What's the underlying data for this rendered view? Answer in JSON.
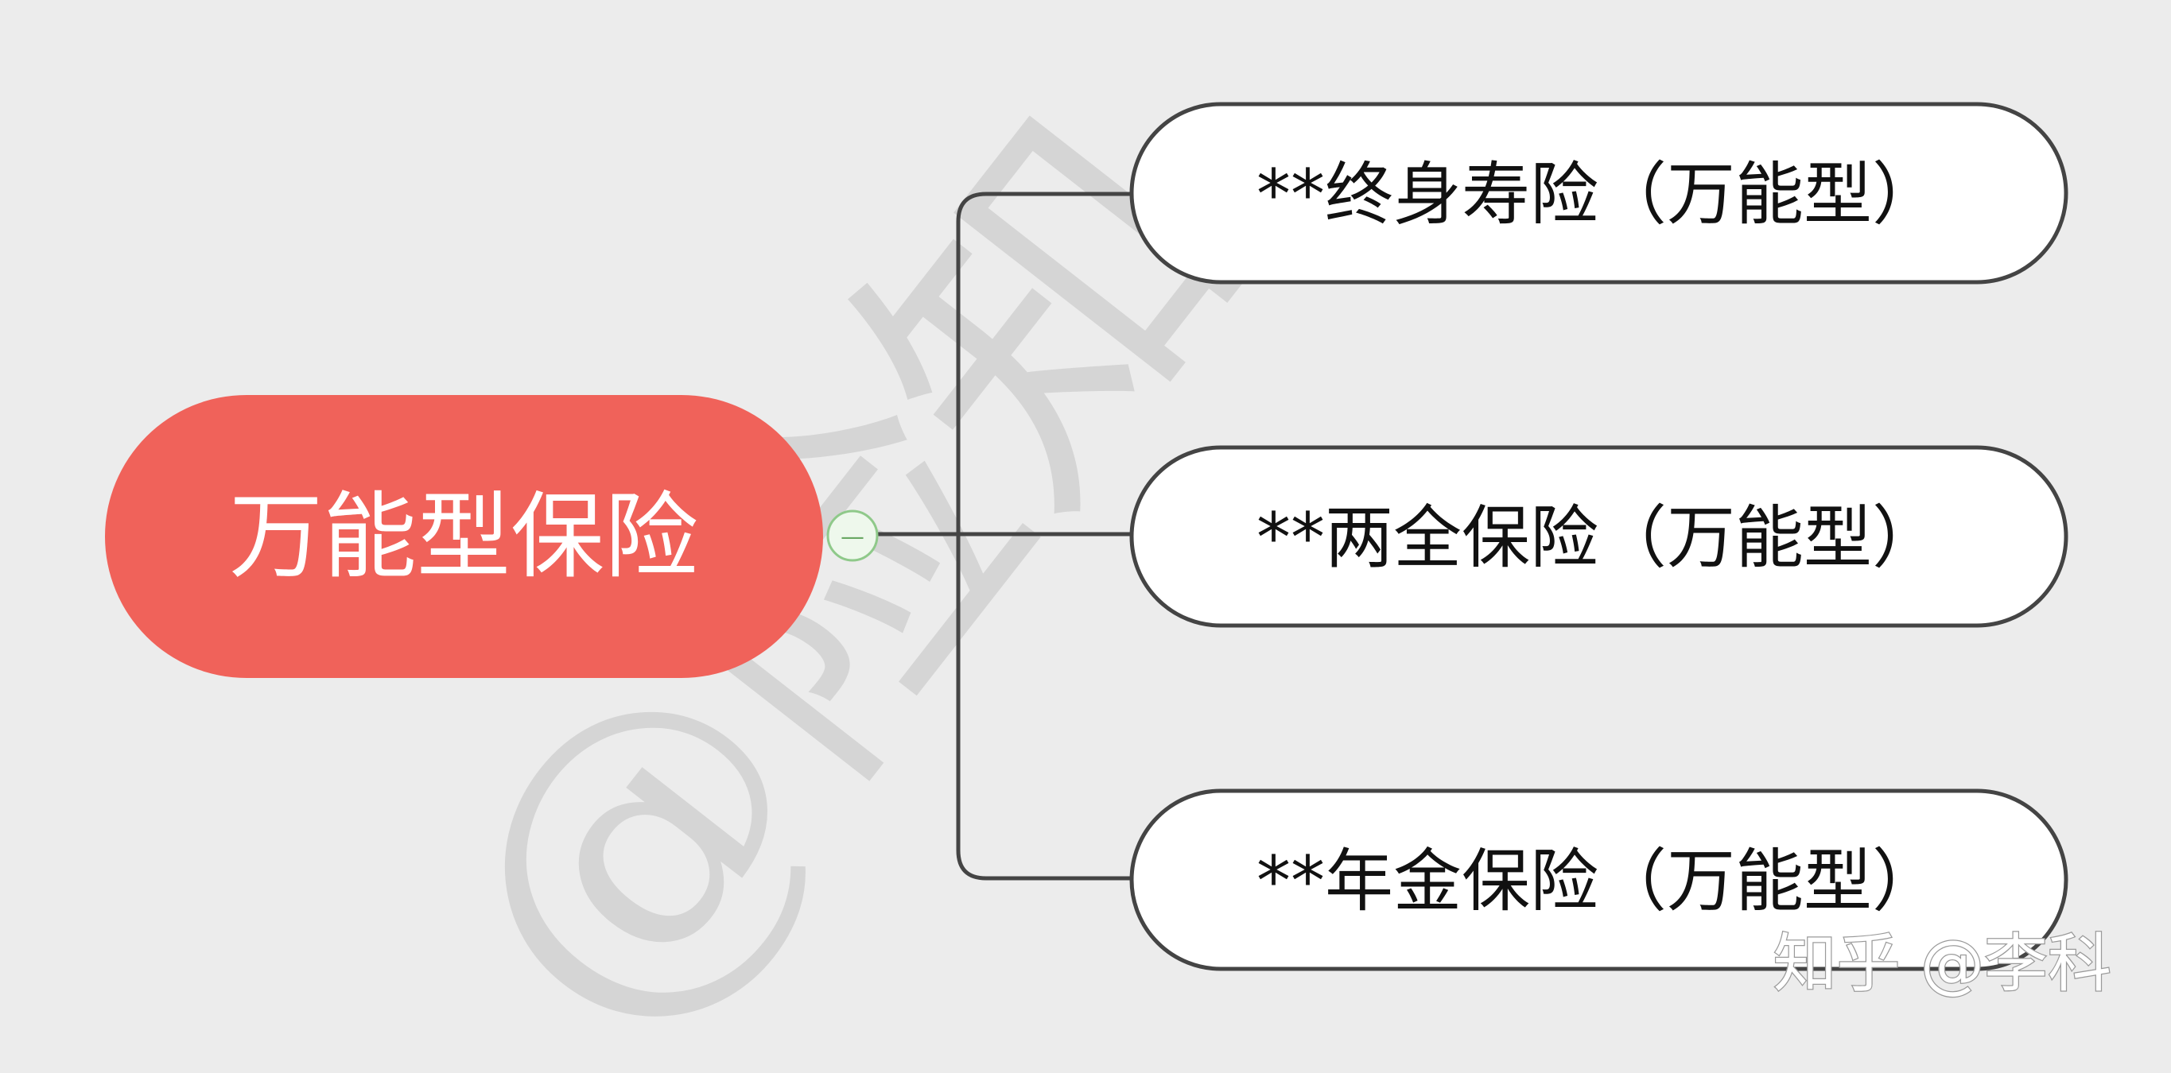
{
  "diagram": {
    "root": {
      "label": "万能型保险",
      "fill": "#f0625a",
      "text_color": "#ffffff"
    },
    "children": [
      {
        "label": "**终身寿险（万能型）"
      },
      {
        "label": "**两全保险（万能型）"
      },
      {
        "label": "**年金保险（万能型）"
      }
    ],
    "collapse_glyph": "—",
    "node_border_color": "#444444",
    "connector_color": "#444444",
    "collapse_toggle_color": "#8fc98a"
  },
  "watermark": {
    "glyph_text": "@险知",
    "credit_text": "知乎 @李科"
  }
}
